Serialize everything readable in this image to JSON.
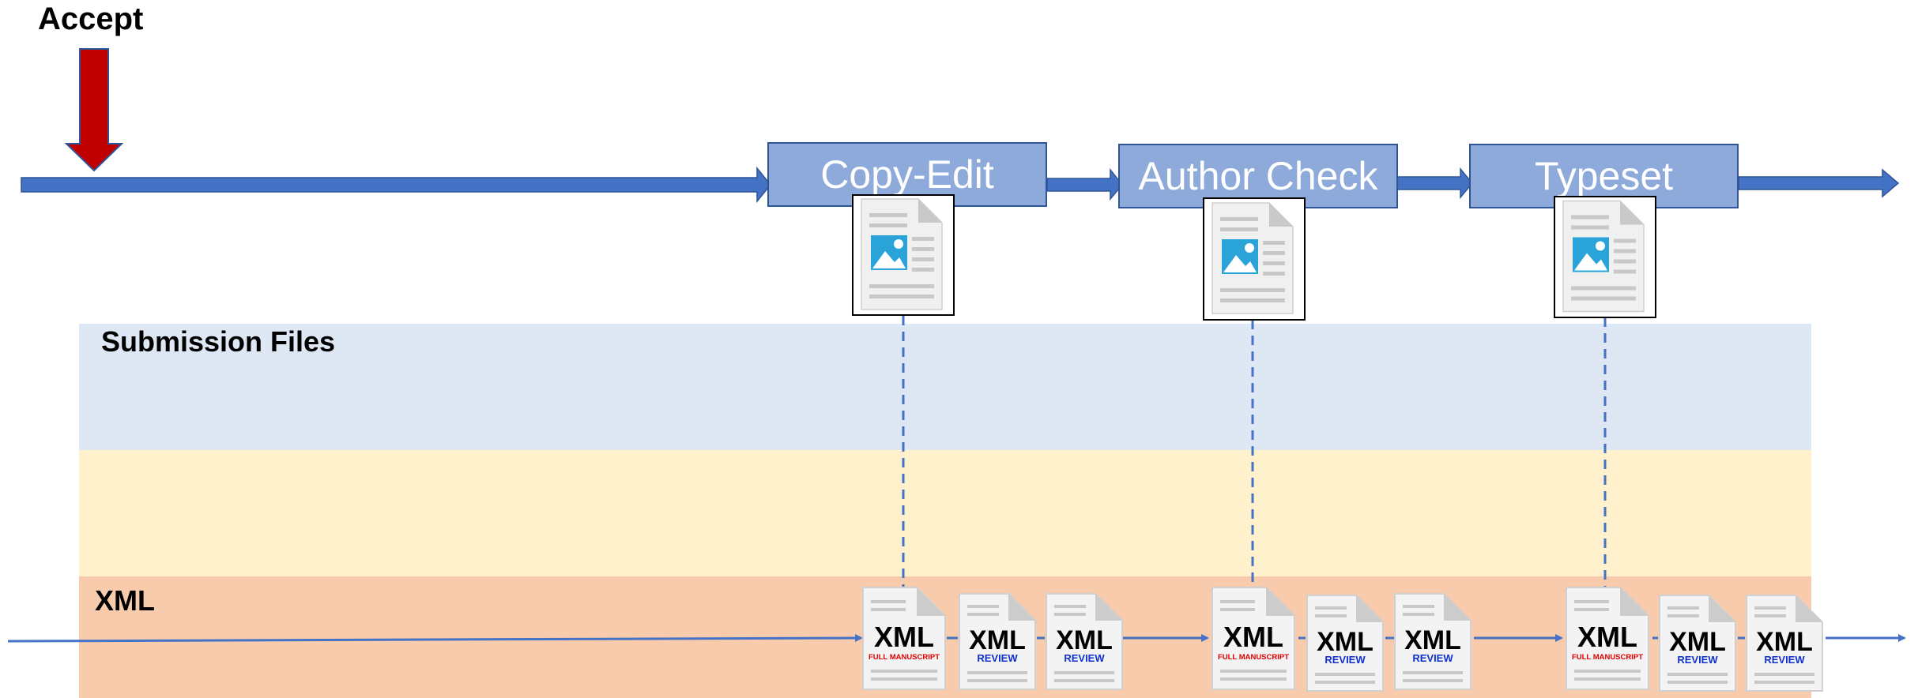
{
  "accept": {
    "label": "Accept",
    "arrow_color": "#c00000"
  },
  "stages": [
    {
      "id": "copy-edit",
      "label": "Copy-Edit"
    },
    {
      "id": "author-check",
      "label": "Author Check"
    },
    {
      "id": "typeset",
      "label": "Typeset"
    }
  ],
  "lanes": [
    {
      "id": "submission-files",
      "label": "Submission Files",
      "color": "#dee8f5"
    },
    {
      "id": "middle",
      "label": "",
      "color": "#fff1cc"
    },
    {
      "id": "xml",
      "label": "XML",
      "color": "#f8cbad"
    }
  ],
  "xml_docs": {
    "big_label": "XML",
    "full_manuscript": "FULL MANUSCRIPT",
    "review": "REVIEW"
  },
  "colors": {
    "flow_arrow": "#4472c4",
    "stage_fill": "#8eaadb",
    "stage_border": "#2f5597",
    "full_manuscript_text": "#e00000",
    "review_text": "#1030d0",
    "image_icon": "#2aa3d9"
  }
}
